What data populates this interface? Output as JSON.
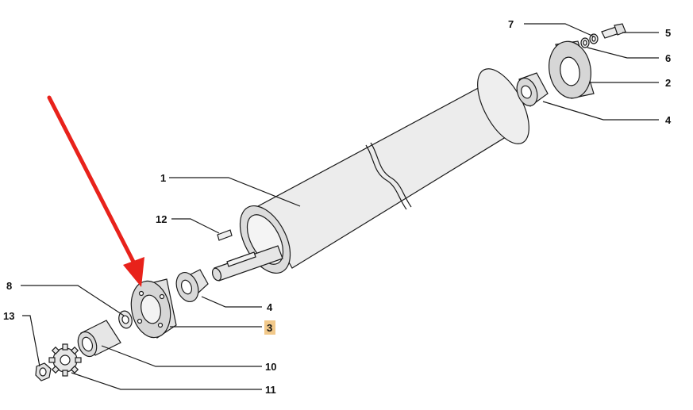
{
  "callouts": {
    "c1": "1",
    "c2": "2",
    "c3": "3",
    "c4a": "4",
    "c4b": "4",
    "c5": "5",
    "c6": "6",
    "c7": "7",
    "c8": "8",
    "c10": "10",
    "c11": "11",
    "c12": "12",
    "c13": "13"
  },
  "highlighted_callout": "3",
  "colors": {
    "arrow": "#e8221b",
    "highlight": "#f2c98a",
    "roller_fill": "#e9e9e9",
    "line": "#1a1a1a"
  }
}
